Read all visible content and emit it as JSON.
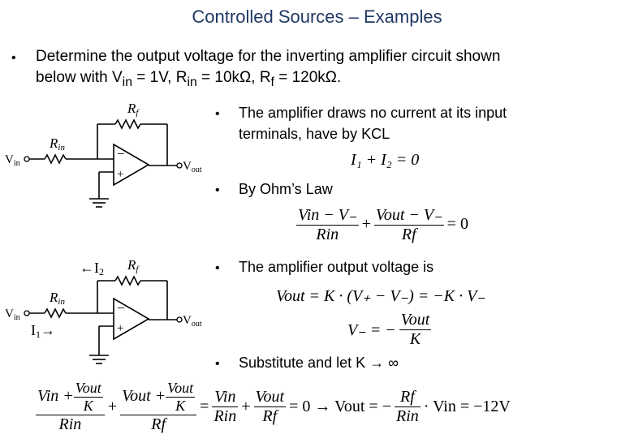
{
  "title": "Controlled Sources – Examples",
  "intro": {
    "line1": "Determine the output voltage for the inverting amplifier circuit shown",
    "line2": "below with V",
    "in_sub": "in",
    "eq_vin": " = 1V, R",
    "eq_rin": " = 10kΩ, R",
    "rf_sub": "f",
    "eq_rf": " = 120kΩ."
  },
  "bullets": {
    "b1_line1": "The amplifier draws no current at its input",
    "b1_line2": "terminals, have by KCL",
    "b2": "By Ohm’s Law",
    "b3": "The amplifier output voltage is",
    "b4": "Substitute and let K → ∞"
  },
  "circuit": {
    "rf_label": "R",
    "rf_sub": "f",
    "rin_label": "R",
    "rin_sub": "in",
    "vin_label": "V",
    "vin_sub": "in",
    "vout_label": "V",
    "vout_sub": "out",
    "minus": "−",
    "plus": "+",
    "i1_label": "I",
    "i1_sub": "1",
    "i1_arrow": "→",
    "i2_arrow": "←",
    "i2_label": "I",
    "i2_sub": "2"
  },
  "equations": {
    "kcl": "I₁ + I₂ = 0",
    "vout_eq": "Vout = K · (V₊ − V₋) = −K · V₋",
    "vminus_lhs": "V₋ = −",
    "vout": "Vout",
    "k": "K",
    "plus": "+",
    "eq_zero": "= 0",
    "vin_minus_vm": "Vin − V₋",
    "vout_minus_vm": "Vout − V₋",
    "rin": "Rin",
    "rf": "Rf",
    "vin": "Vin",
    "vin_plus": "Vin +",
    "vout_plus": "Vout +",
    "eq": "=",
    "arrow_vout": "= 0 → Vout = −",
    "times_vin_result": "· Vin = −12V"
  }
}
